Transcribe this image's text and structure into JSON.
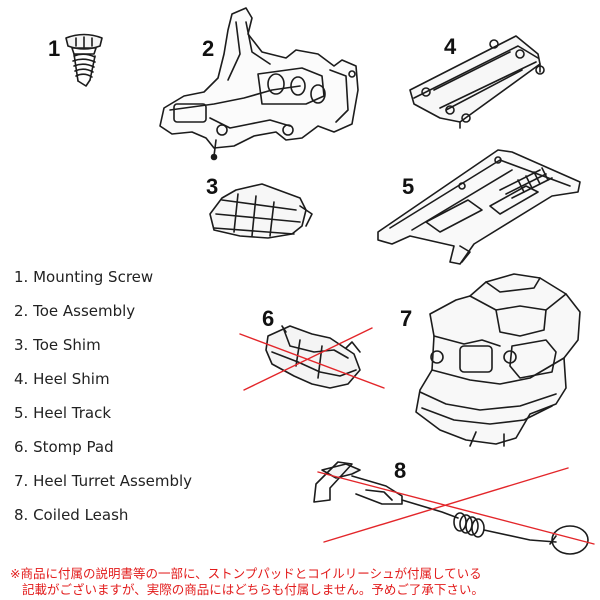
{
  "callouts": [
    "1",
    "2",
    "3",
    "4",
    "5",
    "6",
    "7",
    "8"
  ],
  "legend": [
    "1. Mounting Screw",
    "2. Toe Assembly",
    "3. Toe Shim",
    "4. Heel Shim",
    "5. Heel Track",
    "6. Stomp Pad",
    "7. Heel Turret Assembly",
    "8. Coiled Leash"
  ],
  "note": {
    "line1": "※商品に付属の説明書等の一部に、ストンプパッドとコイルリーシュが付属している",
    "line2": "記載がございますが、実際の商品にはどちらも付属しません。予めご了承下さい。"
  },
  "colors": {
    "cross": "#e3262a",
    "note": "#e21b1b"
  }
}
